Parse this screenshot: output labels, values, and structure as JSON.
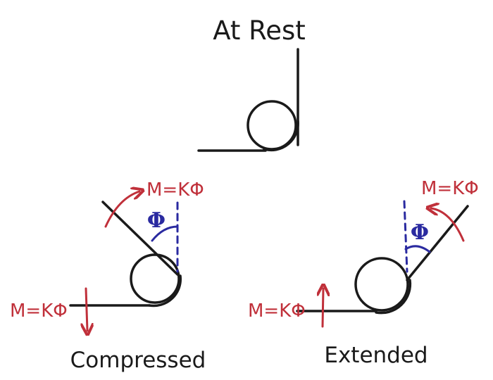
{
  "diagram": {
    "title": "At Rest",
    "compressed": {
      "caption": "Compressed",
      "moment_top": "M=KΦ",
      "moment_left": "M=KΦ",
      "angle_symbol": "Φ"
    },
    "extended": {
      "caption": "Extended",
      "moment_top": "M=KΦ",
      "moment_left": "M=KΦ",
      "angle_symbol": "Φ"
    },
    "colors": {
      "spring": "#1a1a1a",
      "moment": "#c0303a",
      "angle": "#2a2aa0"
    }
  }
}
